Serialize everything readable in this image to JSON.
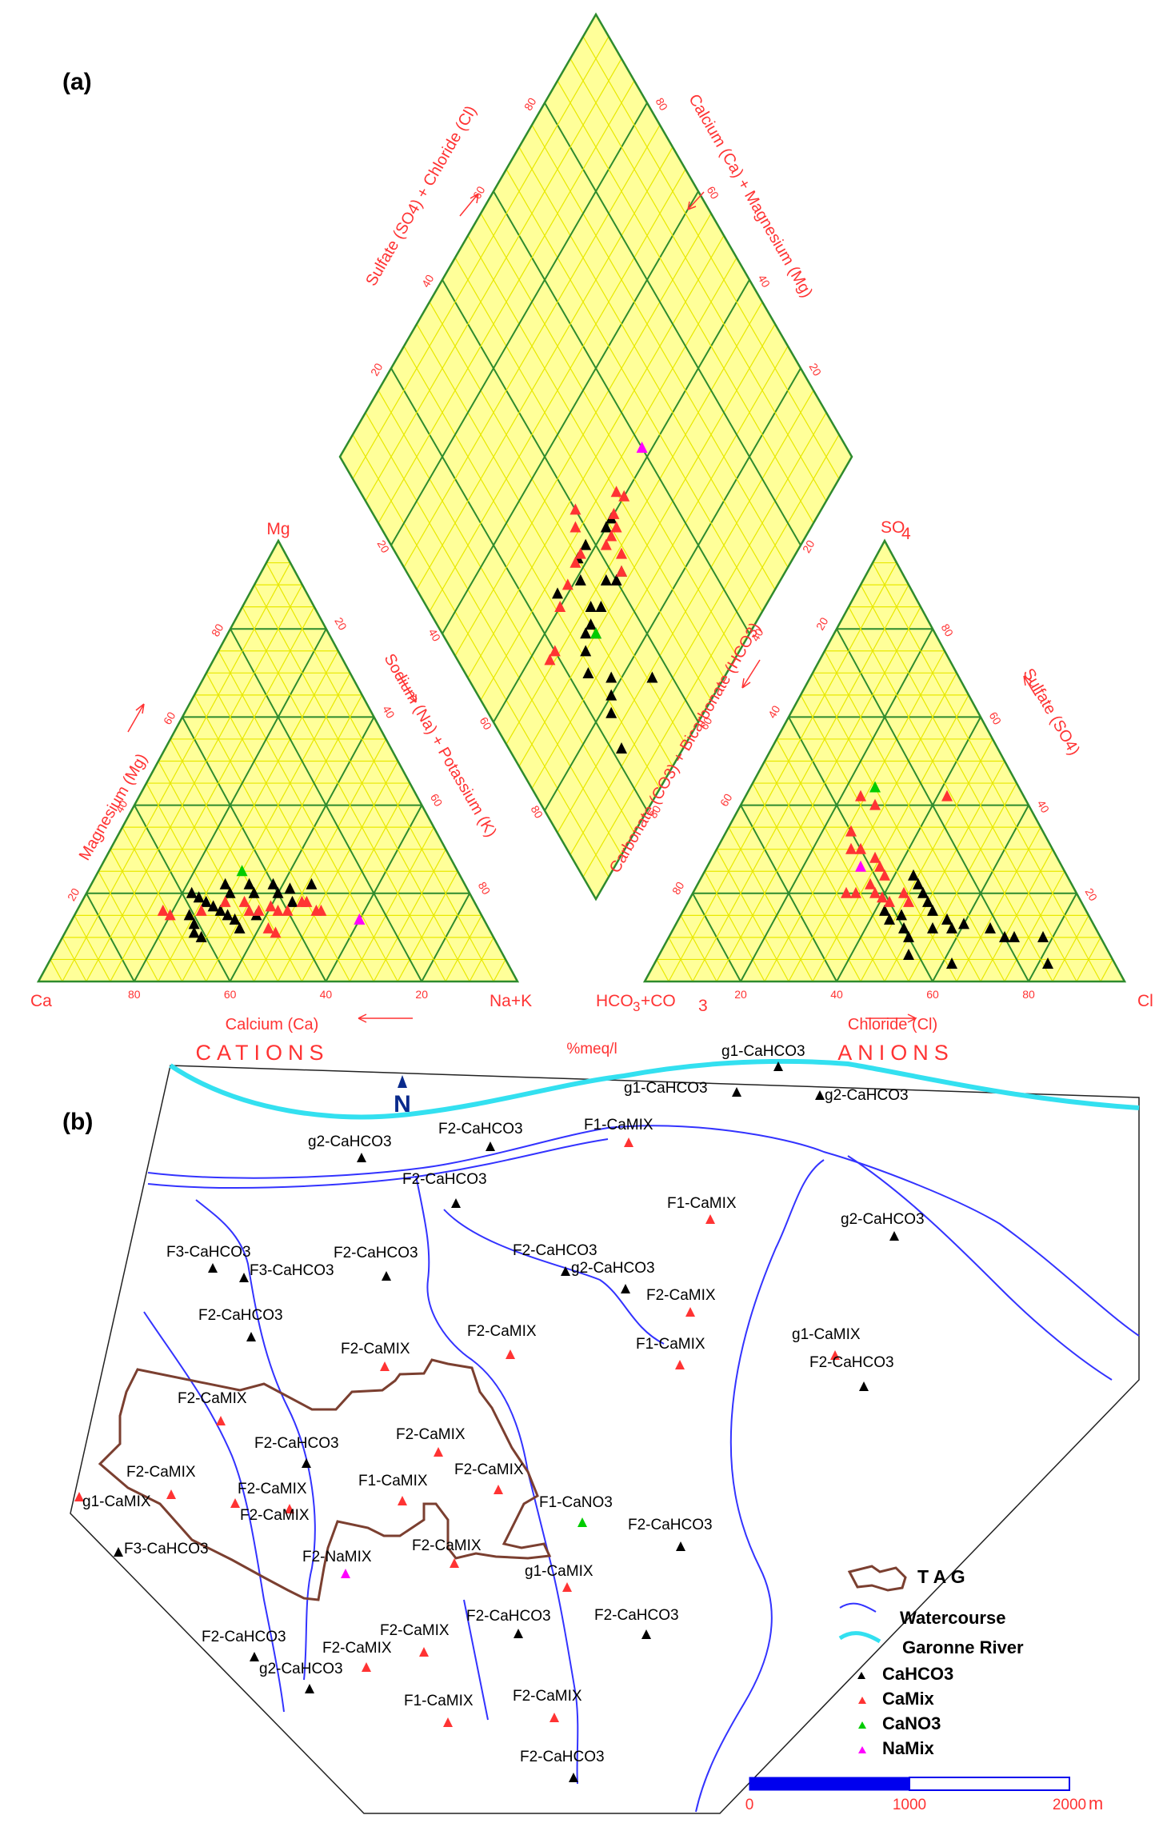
{
  "panels": {
    "a_label": "(a)",
    "b_label": "(b)"
  },
  "piper": {
    "cation_vertices": {
      "top": "Mg",
      "left": "Ca",
      "right": "Na+K"
    },
    "anion_vertices": {
      "top": "SO",
      "top_sub": "4",
      "left": "HCO",
      "left_sub1": "3",
      "left_mid": "+CO",
      "left_sub2": "3",
      "right": "Cl"
    },
    "axis_labels": {
      "magnesium": "Magnesium (Mg)",
      "sodium_potassium": "Sodium (Na) + Potassium (K)",
      "calcium": "Calcium (Ca)",
      "carbonate": "Carbonate (CO3) + Bicarbonate (HCO3)",
      "sulfate": "Sulfate (SO4)",
      "chloride": "Chloride (Cl)",
      "sulfate_chloride": "Sulfate (SO4) + Chloride (Cl)",
      "calcium_magnesium": "Calcium (Ca) + Magnesium (Mg)"
    },
    "titles": {
      "cations": "CATIONS",
      "anions": "ANIONS",
      "units": "%meq/l"
    },
    "ticks": [
      "20",
      "40",
      "60",
      "80"
    ],
    "colors": {
      "grid_major": "#2e8b2e",
      "grid_minor": "#e8e800",
      "fill": "#ffff99",
      "label": "#ff3333"
    }
  },
  "chart_data": {
    "type": "scatter",
    "diagram": "piper",
    "series": [
      {
        "name": "CaHCO3",
        "color": "#000000",
        "cation_points": [
          [
            22,
            20
          ],
          [
            24,
            19
          ],
          [
            26,
            18
          ],
          [
            28,
            17
          ],
          [
            24,
            15
          ],
          [
            26,
            13
          ],
          [
            30,
            16
          ],
          [
            32,
            15
          ],
          [
            34,
            14
          ],
          [
            30,
            20
          ],
          [
            28,
            22
          ],
          [
            33,
            22
          ],
          [
            35,
            20
          ],
          [
            38,
            22
          ],
          [
            40,
            20
          ],
          [
            42,
            21
          ],
          [
            46,
            22
          ],
          [
            44,
            18
          ],
          [
            36,
            12
          ],
          [
            38,
            15
          ],
          [
            27,
            11
          ],
          [
            29,
            10
          ]
        ],
        "anion_points": [
          [
            78,
            10
          ],
          [
            72,
            10
          ],
          [
            70,
            10
          ],
          [
            66,
            12
          ],
          [
            60,
            13
          ],
          [
            58,
            12
          ],
          [
            56,
            14
          ],
          [
            54,
            12
          ],
          [
            52,
            16
          ],
          [
            50,
            18
          ],
          [
            48,
            20
          ],
          [
            46,
            15
          ],
          [
            44,
            14
          ],
          [
            42,
            16
          ],
          [
            44,
            24
          ],
          [
            46,
            22
          ],
          [
            48,
            12
          ],
          [
            50,
            10
          ],
          [
            82,
            4
          ],
          [
            62,
            4
          ],
          [
            52,
            6
          ]
        ]
      },
      {
        "name": "CaMix",
        "color": "#ff3333",
        "cation_points": [
          [
            18,
            16
          ],
          [
            20,
            15
          ],
          [
            26,
            16
          ],
          [
            30,
            18
          ],
          [
            34,
            18
          ],
          [
            36,
            16
          ],
          [
            38,
            16
          ],
          [
            40,
            17
          ],
          [
            42,
            16
          ],
          [
            44,
            16
          ],
          [
            46,
            18
          ],
          [
            47,
            18
          ],
          [
            50,
            16
          ],
          [
            51,
            16
          ],
          [
            42,
            12
          ],
          [
            44,
            11
          ]
        ],
        "anion_points": [
          [
            46,
            18
          ],
          [
            44,
            20
          ],
          [
            42,
            18
          ],
          [
            40,
            19
          ],
          [
            38,
            20
          ],
          [
            36,
            22
          ],
          [
            34,
            20
          ],
          [
            32,
            20
          ],
          [
            38,
            24
          ],
          [
            36,
            26
          ],
          [
            34,
            28
          ],
          [
            30,
            30
          ],
          [
            28,
            30
          ],
          [
            26,
            34
          ],
          [
            28,
            40
          ],
          [
            24,
            42
          ],
          [
            42,
            42
          ]
        ]
      },
      {
        "name": "CaNO3",
        "color": "#00cc00",
        "cation_points": [
          [
            30,
            25
          ]
        ],
        "anion_points": [
          [
            26,
            44
          ]
        ]
      },
      {
        "name": "NaMix",
        "color": "#ff00ff",
        "cation_points": [
          [
            60,
            14
          ]
        ],
        "anion_points": [
          [
            32,
            26
          ]
        ]
      }
    ]
  },
  "map": {
    "north": "N",
    "legend": {
      "tag": "T A G",
      "watercourse": "Watercourse",
      "garonne": "Garonne River",
      "cahco3": "CaHCO3",
      "camix": "CaMix",
      "cano3": "CaNO3",
      "namix": "NaMix"
    },
    "scalebar": {
      "v0": "0",
      "v1": "1000",
      "v2": "2000",
      "unit": "m"
    },
    "colors": {
      "boundary": "#7b3f30",
      "river": "#3333ff",
      "garonne": "#33e0f0",
      "scale": "#0000ee"
    },
    "samples": [
      {
        "label": "g1-CaHCO3",
        "type": "CaHCO3",
        "x": 973,
        "y": 1334,
        "lx": 902,
        "ly": 1320
      },
      {
        "label": "g1-CaHCO3",
        "type": "CaHCO3",
        "x": 921,
        "y": 1366,
        "lx": 780,
        "ly": 1366
      },
      {
        "label": "g2-CaHCO3",
        "type": "CaHCO3",
        "x": 1025,
        "y": 1370,
        "lx": 1031,
        "ly": 1375
      },
      {
        "label": "F1-CaMIX",
        "type": "CaMix",
        "x": 786,
        "y": 1429,
        "lx": 730,
        "ly": 1412
      },
      {
        "label": "F2-CaHCO3",
        "type": "CaHCO3",
        "x": 613,
        "y": 1434,
        "lx": 548,
        "ly": 1417
      },
      {
        "label": "g2-CaHCO3",
        "type": "CaHCO3",
        "x": 452,
        "y": 1448,
        "lx": 385,
        "ly": 1433
      },
      {
        "label": "F2-CaHCO3",
        "type": "CaHCO3",
        "x": 570,
        "y": 1505,
        "lx": 503,
        "ly": 1480
      },
      {
        "label": "F1-CaMIX",
        "type": "CaMix",
        "x": 888,
        "y": 1525,
        "lx": 834,
        "ly": 1510
      },
      {
        "label": "g2-CaHCO3",
        "type": "CaHCO3",
        "x": 1118,
        "y": 1546,
        "lx": 1051,
        "ly": 1530
      },
      {
        "label": "F3-CaHCO3",
        "type": "CaHCO3",
        "x": 266,
        "y": 1586,
        "lx": 208,
        "ly": 1571
      },
      {
        "label": "F3-CaHCO3",
        "type": "CaHCO3",
        "x": 305,
        "y": 1598,
        "lx": 312,
        "ly": 1594
      },
      {
        "label": "F2-CaHCO3",
        "type": "CaHCO3",
        "x": 483,
        "y": 1596,
        "lx": 417,
        "ly": 1572
      },
      {
        "label": "F2-CaHCO3",
        "type": "CaHCO3",
        "x": 707,
        "y": 1590,
        "lx": 641,
        "ly": 1569
      },
      {
        "label": "g2-CaHCO3",
        "type": "CaHCO3",
        "x": 782,
        "y": 1612,
        "lx": 714,
        "ly": 1591
      },
      {
        "label": "F2-CaMIX",
        "type": "CaMix",
        "x": 863,
        "y": 1641,
        "lx": 808,
        "ly": 1625
      },
      {
        "label": "F2-CaHCO3",
        "type": "CaHCO3",
        "x": 314,
        "y": 1672,
        "lx": 248,
        "ly": 1650
      },
      {
        "label": "F2-CaMIX",
        "type": "CaMix",
        "x": 638,
        "y": 1694,
        "lx": 584,
        "ly": 1670
      },
      {
        "label": "F1-CaMIX",
        "type": "CaMix",
        "x": 850,
        "y": 1707,
        "lx": 795,
        "ly": 1686
      },
      {
        "label": "g1-CaMIX",
        "type": "CaMix",
        "x": 1044,
        "y": 1695,
        "lx": 990,
        "ly": 1674
      },
      {
        "label": "F2-CaHCO3",
        "type": "CaHCO3",
        "x": 1080,
        "y": 1734,
        "lx": 1012,
        "ly": 1709
      },
      {
        "label": "F2-CaMIX",
        "type": "CaMix",
        "x": 481,
        "y": 1709,
        "lx": 426,
        "ly": 1692
      },
      {
        "label": "F2-CaMIX",
        "type": "CaMix",
        "x": 276,
        "y": 1777,
        "lx": 222,
        "ly": 1754
      },
      {
        "label": "F2-CaHCO3",
        "type": "CaHCO3",
        "x": 383,
        "y": 1830,
        "lx": 318,
        "ly": 1810
      },
      {
        "label": "F2-CaMIX",
        "type": "CaMix",
        "x": 548,
        "y": 1816,
        "lx": 495,
        "ly": 1799
      },
      {
        "label": "F2-CaMIX",
        "type": "CaMix",
        "x": 623,
        "y": 1863,
        "lx": 568,
        "ly": 1843
      },
      {
        "label": "F2-CaMIX",
        "type": "CaMix",
        "x": 214,
        "y": 1869,
        "lx": 158,
        "ly": 1846
      },
      {
        "label": "g1-CaMIX",
        "type": "CaMix",
        "x": 99,
        "y": 1872,
        "lx": 103,
        "ly": 1883
      },
      {
        "label": "F1-CaMIX",
        "type": "CaMix",
        "x": 503,
        "y": 1877,
        "lx": 448,
        "ly": 1857
      },
      {
        "label": "F2-CaMIX",
        "type": "CaMix",
        "x": 294,
        "y": 1880,
        "lx": 297,
        "ly": 1867
      },
      {
        "label": "F2-CaMIX",
        "type": "CaMix",
        "x": 362,
        "y": 1887,
        "lx": 300,
        "ly": 1900
      },
      {
        "label": "F1-CaNO3",
        "type": "CaNO3",
        "x": 728,
        "y": 1904,
        "lx": 674,
        "ly": 1884
      },
      {
        "label": "F2-CaHCO3",
        "type": "CaHCO3",
        "x": 851,
        "y": 1934,
        "lx": 785,
        "ly": 1912
      },
      {
        "label": "F3-CaHCO3",
        "type": "CaHCO3",
        "x": 148,
        "y": 1941,
        "lx": 155,
        "ly": 1942
      },
      {
        "label": "F2-NaMIX",
        "type": "NaMix",
        "x": 432,
        "y": 1968,
        "lx": 378,
        "ly": 1952
      },
      {
        "label": "F2-CaMIX",
        "type": "CaMix",
        "x": 568,
        "y": 1955,
        "lx": 515,
        "ly": 1938
      },
      {
        "label": "g1-CaMIX",
        "type": "CaMix",
        "x": 709,
        "y": 1985,
        "lx": 656,
        "ly": 1970
      },
      {
        "label": "F2-CaHCO3",
        "type": "CaHCO3",
        "x": 648,
        "y": 2043,
        "lx": 583,
        "ly": 2026
      },
      {
        "label": "F2-CaHCO3",
        "type": "CaHCO3",
        "x": 808,
        "y": 2044,
        "lx": 743,
        "ly": 2025
      },
      {
        "label": "F2-CaMIX",
        "type": "CaMix",
        "x": 530,
        "y": 2066,
        "lx": 475,
        "ly": 2044
      },
      {
        "label": "F2-CaMIX",
        "type": "CaMix",
        "x": 458,
        "y": 2085,
        "lx": 403,
        "ly": 2066
      },
      {
        "label": "F2-CaHCO3",
        "type": "CaHCO3",
        "x": 318,
        "y": 2072,
        "lx": 252,
        "ly": 2052
      },
      {
        "label": "g2-CaHCO3",
        "type": "CaHCO3",
        "x": 387,
        "y": 2112,
        "lx": 324,
        "ly": 2092
      },
      {
        "label": "F1-CaMIX",
        "type": "CaMix",
        "x": 560,
        "y": 2154,
        "lx": 505,
        "ly": 2132
      },
      {
        "label": "F2-CaMIX",
        "type": "CaMix",
        "x": 693,
        "y": 2148,
        "lx": 641,
        "ly": 2126
      },
      {
        "label": "F2-CaHCO3",
        "type": "CaHCO3",
        "x": 717,
        "y": 2223,
        "lx": 650,
        "ly": 2202
      }
    ]
  }
}
